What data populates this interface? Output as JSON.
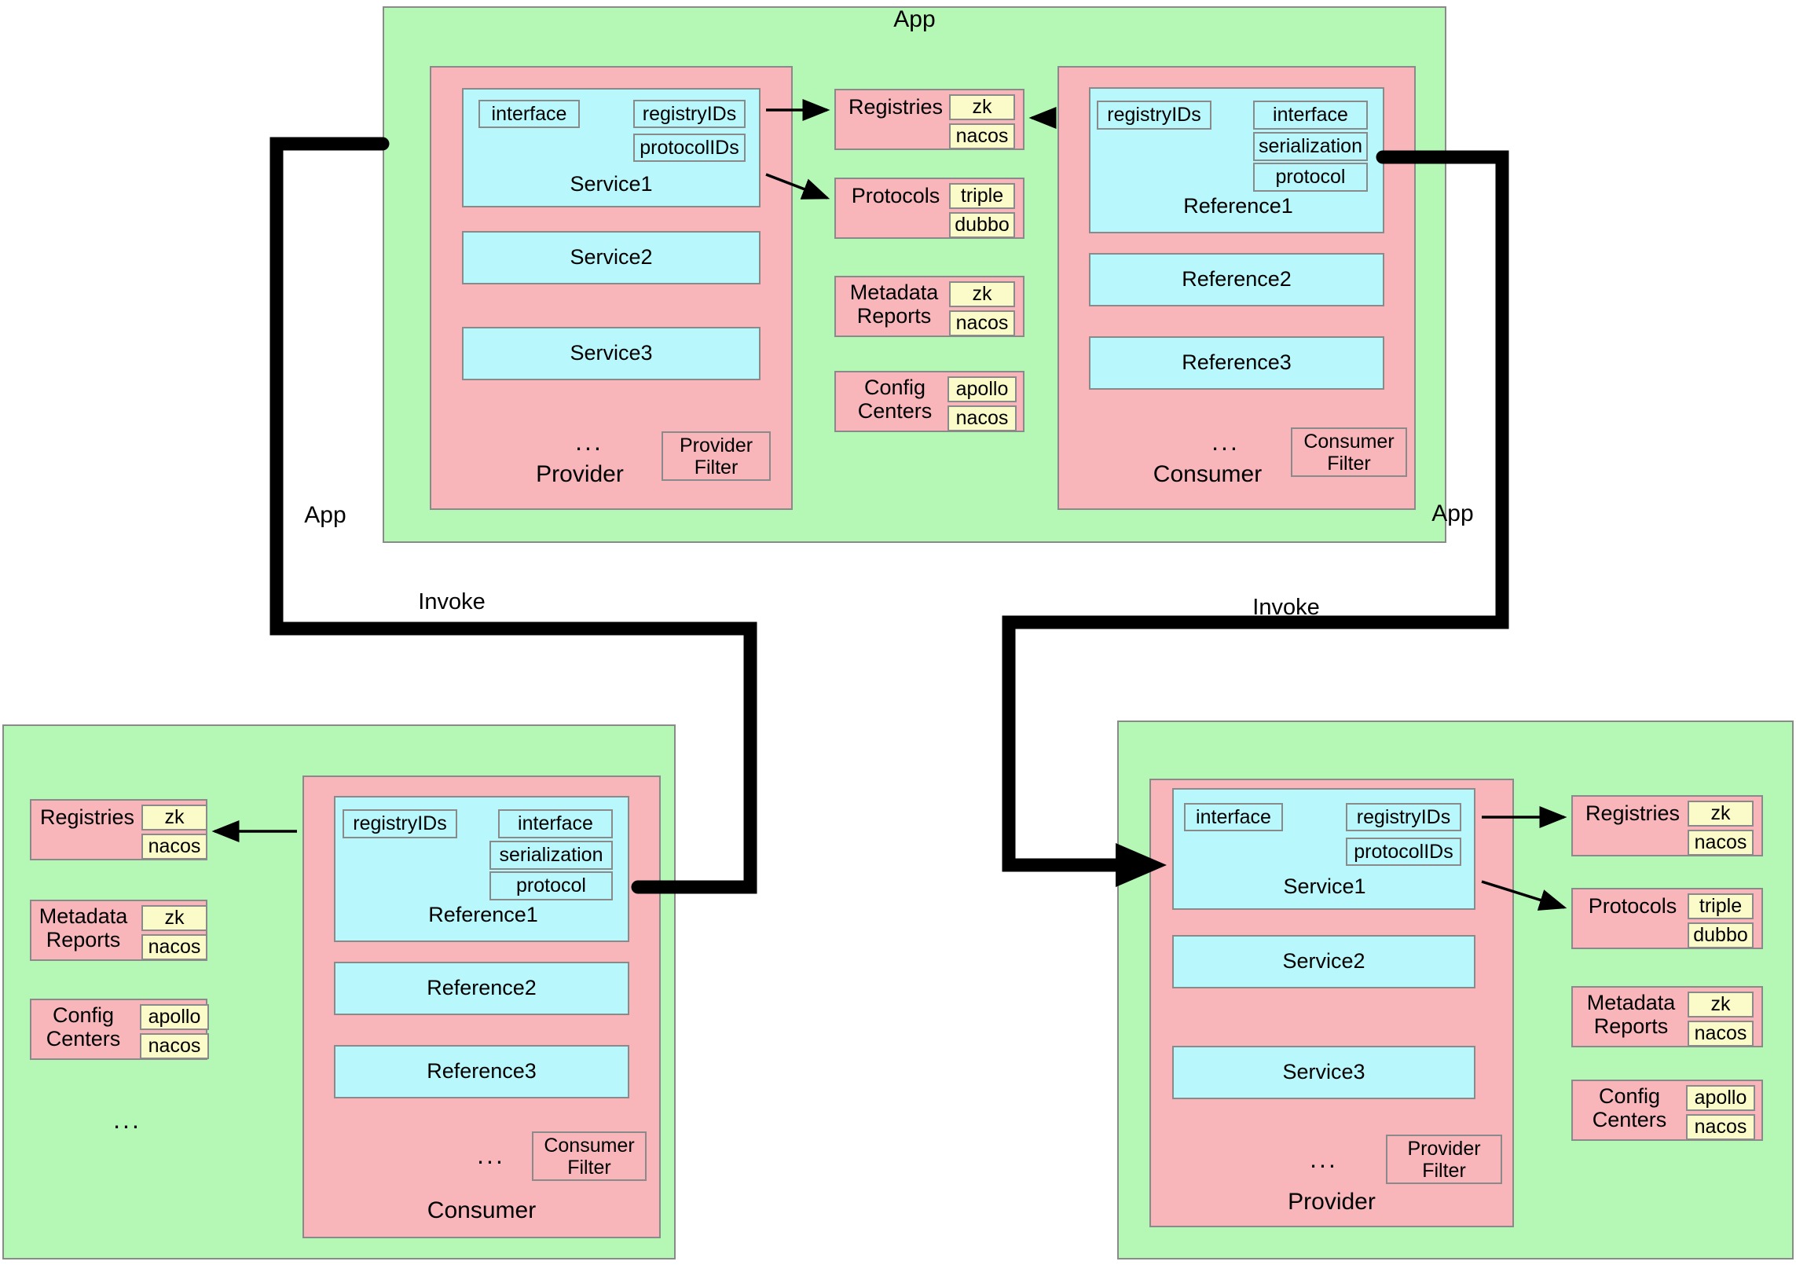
{
  "labels": {
    "app": "App",
    "provider": "Provider",
    "consumer": "Consumer",
    "invoke": "Invoke",
    "ellipsis": "...",
    "provider_filter": "Provider\nFilter",
    "consumer_filter": "Consumer\nFilter",
    "service1": "Service1",
    "service2": "Service2",
    "service3": "Service3",
    "reference1": "Reference1",
    "reference2": "Reference2",
    "reference3": "Reference3",
    "attr_interface": "interface",
    "attr_registryids": "registryIDs",
    "attr_protocolids": "protocolIDs",
    "attr_serialization": "serialization",
    "attr_protocol": "protocol",
    "infra_registries": "Registries",
    "infra_protocols": "Protocols",
    "infra_metadata_reports": "Metadata\nReports",
    "infra_config_centers": "Config\nCenters",
    "val_zk": "zk",
    "val_nacos": "nacos",
    "val_triple": "triple",
    "val_dubbo": "dubbo",
    "val_apollo": "apollo"
  },
  "colors": {
    "app_fill": "#b5f7b5",
    "role_fill": "#f8b6bb",
    "service_fill": "#b8f7fb",
    "chip_fill": "#fbfbc9",
    "border": "#8a8a8a",
    "connector": "#000000",
    "background": "#ffffff"
  },
  "apps": {
    "top": {
      "title": "App",
      "provider": {
        "role_label": "Provider",
        "ellipsis": "...",
        "filter_label": "Provider\nFilter",
        "services": [
          {
            "name": "Service1",
            "attrs": [
              "interface",
              "registryIDs",
              "protocolIDs"
            ]
          },
          {
            "name": "Service2",
            "attrs": []
          },
          {
            "name": "Service3",
            "attrs": []
          }
        ]
      },
      "infra": [
        {
          "name": "Registries",
          "values": [
            "zk",
            "nacos"
          ]
        },
        {
          "name": "Protocols",
          "values": [
            "triple",
            "dubbo"
          ]
        },
        {
          "name": "Metadata\nReports",
          "values": [
            "zk",
            "nacos"
          ]
        },
        {
          "name": "Config\nCenters",
          "values": [
            "apollo",
            "nacos"
          ]
        }
      ],
      "consumer": {
        "role_label": "Consumer",
        "ellipsis": "...",
        "filter_label": "Consumer\nFilter",
        "references": [
          {
            "name": "Reference1",
            "attrs": [
              "registryIDs",
              "interface",
              "serialization",
              "protocol"
            ]
          },
          {
            "name": "Reference2",
            "attrs": []
          },
          {
            "name": "Reference3",
            "attrs": []
          }
        ]
      }
    },
    "bottom_left": {
      "title": "App",
      "infra": [
        {
          "name": "Registries",
          "values": [
            "zk",
            "nacos"
          ]
        },
        {
          "name": "Metadata\nReports",
          "values": [
            "zk",
            "nacos"
          ]
        },
        {
          "name": "Config\nCenters",
          "values": [
            "apollo",
            "nacos"
          ]
        }
      ],
      "infra_ellipsis": "...",
      "consumer": {
        "role_label": "Consumer",
        "ellipsis": "...",
        "filter_label": "Consumer\nFilter",
        "references": [
          {
            "name": "Reference1",
            "attrs": [
              "registryIDs",
              "interface",
              "serialization",
              "protocol"
            ]
          },
          {
            "name": "Reference2",
            "attrs": []
          },
          {
            "name": "Reference3",
            "attrs": []
          }
        ]
      }
    },
    "bottom_right": {
      "title": "App",
      "provider": {
        "role_label": "Provider",
        "ellipsis": "...",
        "filter_label": "Provider\nFilter",
        "services": [
          {
            "name": "Service1",
            "attrs": [
              "interface",
              "registryIDs",
              "protocolIDs"
            ]
          },
          {
            "name": "Service2",
            "attrs": []
          },
          {
            "name": "Service3",
            "attrs": []
          }
        ]
      },
      "infra": [
        {
          "name": "Registries",
          "values": [
            "zk",
            "nacos"
          ]
        },
        {
          "name": "Protocols",
          "values": [
            "triple",
            "dubbo"
          ]
        },
        {
          "name": "Metadata\nReports",
          "values": [
            "zk",
            "nacos"
          ]
        },
        {
          "name": "Config\nCenters",
          "values": [
            "apollo",
            "nacos"
          ]
        }
      ]
    }
  },
  "connectors": {
    "left_invoke_label": "Invoke",
    "right_invoke_label": "Invoke"
  }
}
